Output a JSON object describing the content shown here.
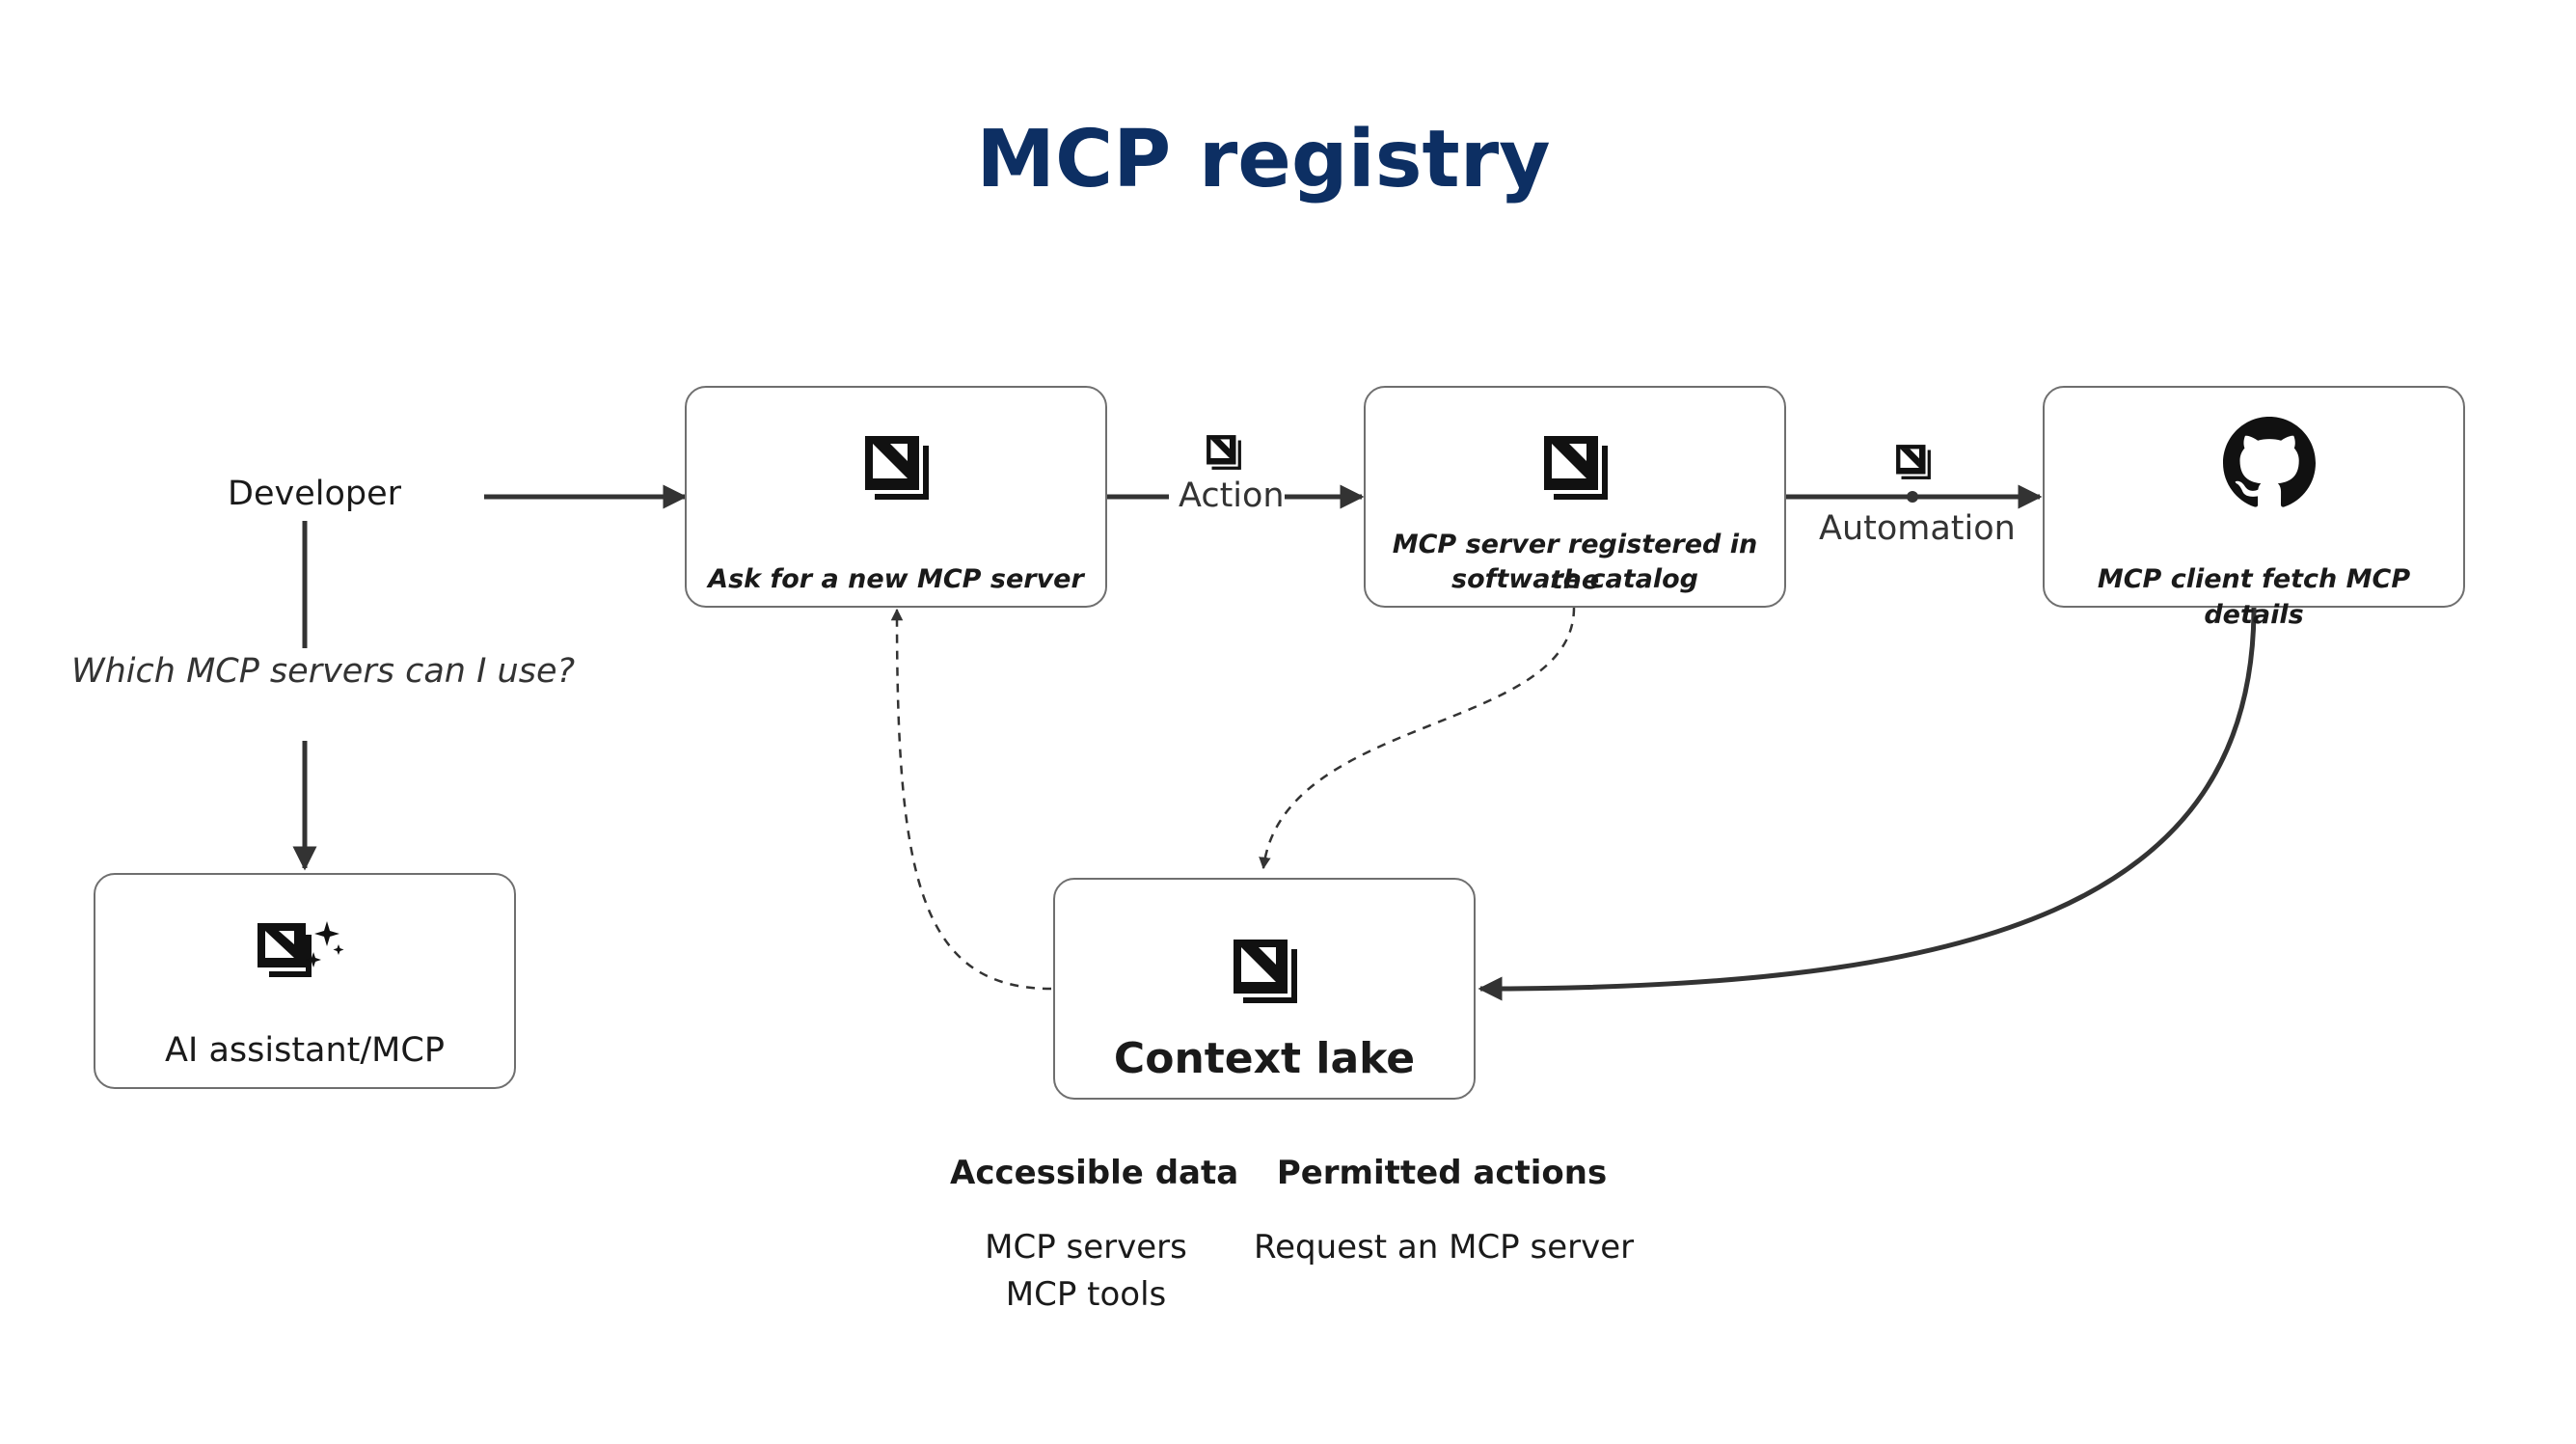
{
  "title": "MCP registry",
  "developer": {
    "label": "Developer",
    "question": "Which MCP servers can I use?"
  },
  "nodes": {
    "ai_assistant": {
      "label": "AI assistant/MCP",
      "icon": "port-sparkle-icon"
    },
    "ask_server": {
      "label": "Ask for a new MCP server",
      "icon": "port-icon"
    },
    "registered": {
      "label_line1": "MCP server registered in the",
      "label_line2": "software catalog",
      "icon": "port-icon"
    },
    "client_fetch": {
      "label": "MCP client fetch MCP details",
      "icon": "github-icon"
    },
    "context_lake": {
      "label": "Context lake",
      "icon": "port-icon"
    }
  },
  "edges": {
    "action_label": "Action",
    "automation_label": "Automation"
  },
  "accessible_data": {
    "heading": "Accessible data",
    "items": [
      "MCP servers",
      "MCP tools"
    ]
  },
  "permitted_actions": {
    "heading": "Permitted actions",
    "items": [
      "Request an MCP server"
    ]
  },
  "colors": {
    "title": "#0d2f63",
    "line": "#333333",
    "border": "#6f6f6f"
  }
}
